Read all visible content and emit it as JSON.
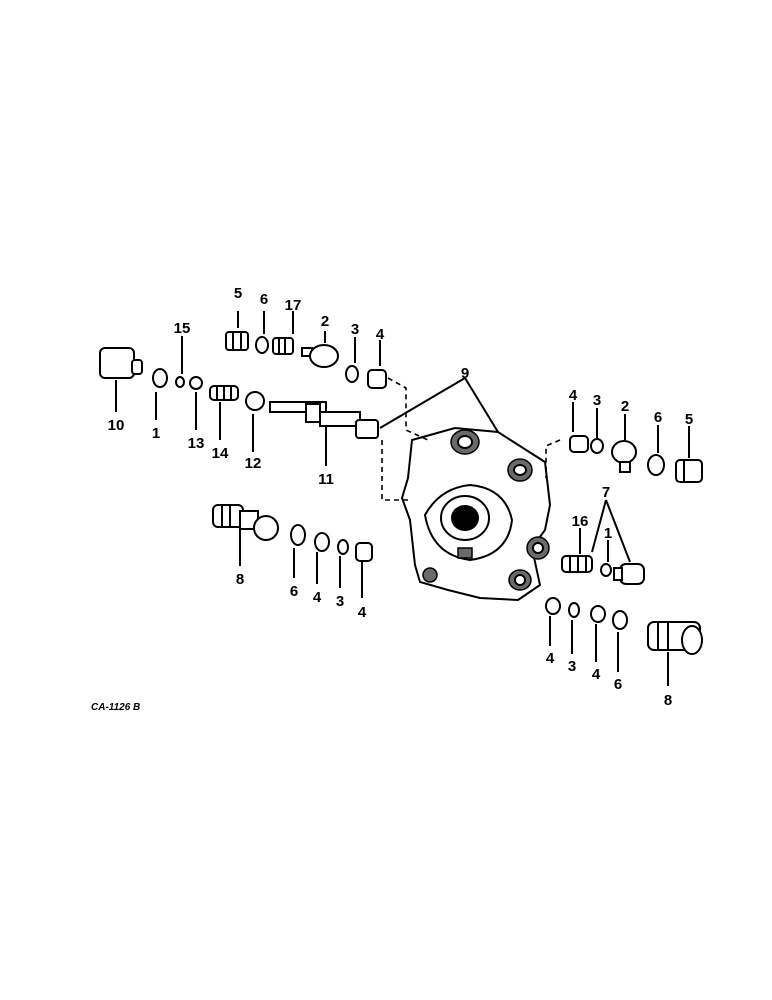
{
  "figure_code": "CA-1126 B",
  "callouts": {
    "c5a": "5",
    "c6a": "6",
    "c17": "17",
    "c2a": "2",
    "c3a": "3",
    "c4a": "4",
    "c15": "15",
    "c10": "10",
    "c1a": "1",
    "c13": "13",
    "c14": "14",
    "c12": "12",
    "c11": "11",
    "c9": "9",
    "c4b": "4",
    "c3b": "3",
    "c2b": "2",
    "c6b": "6",
    "c5b": "5",
    "c7": "7",
    "c16": "16",
    "c1b": "1",
    "c8a": "8",
    "c6c": "6",
    "c4c": "4",
    "c3c": "3",
    "c4d": "4",
    "c4e": "4",
    "c3d": "3",
    "c4f": "4",
    "c6d": "6",
    "c8b": "8"
  }
}
